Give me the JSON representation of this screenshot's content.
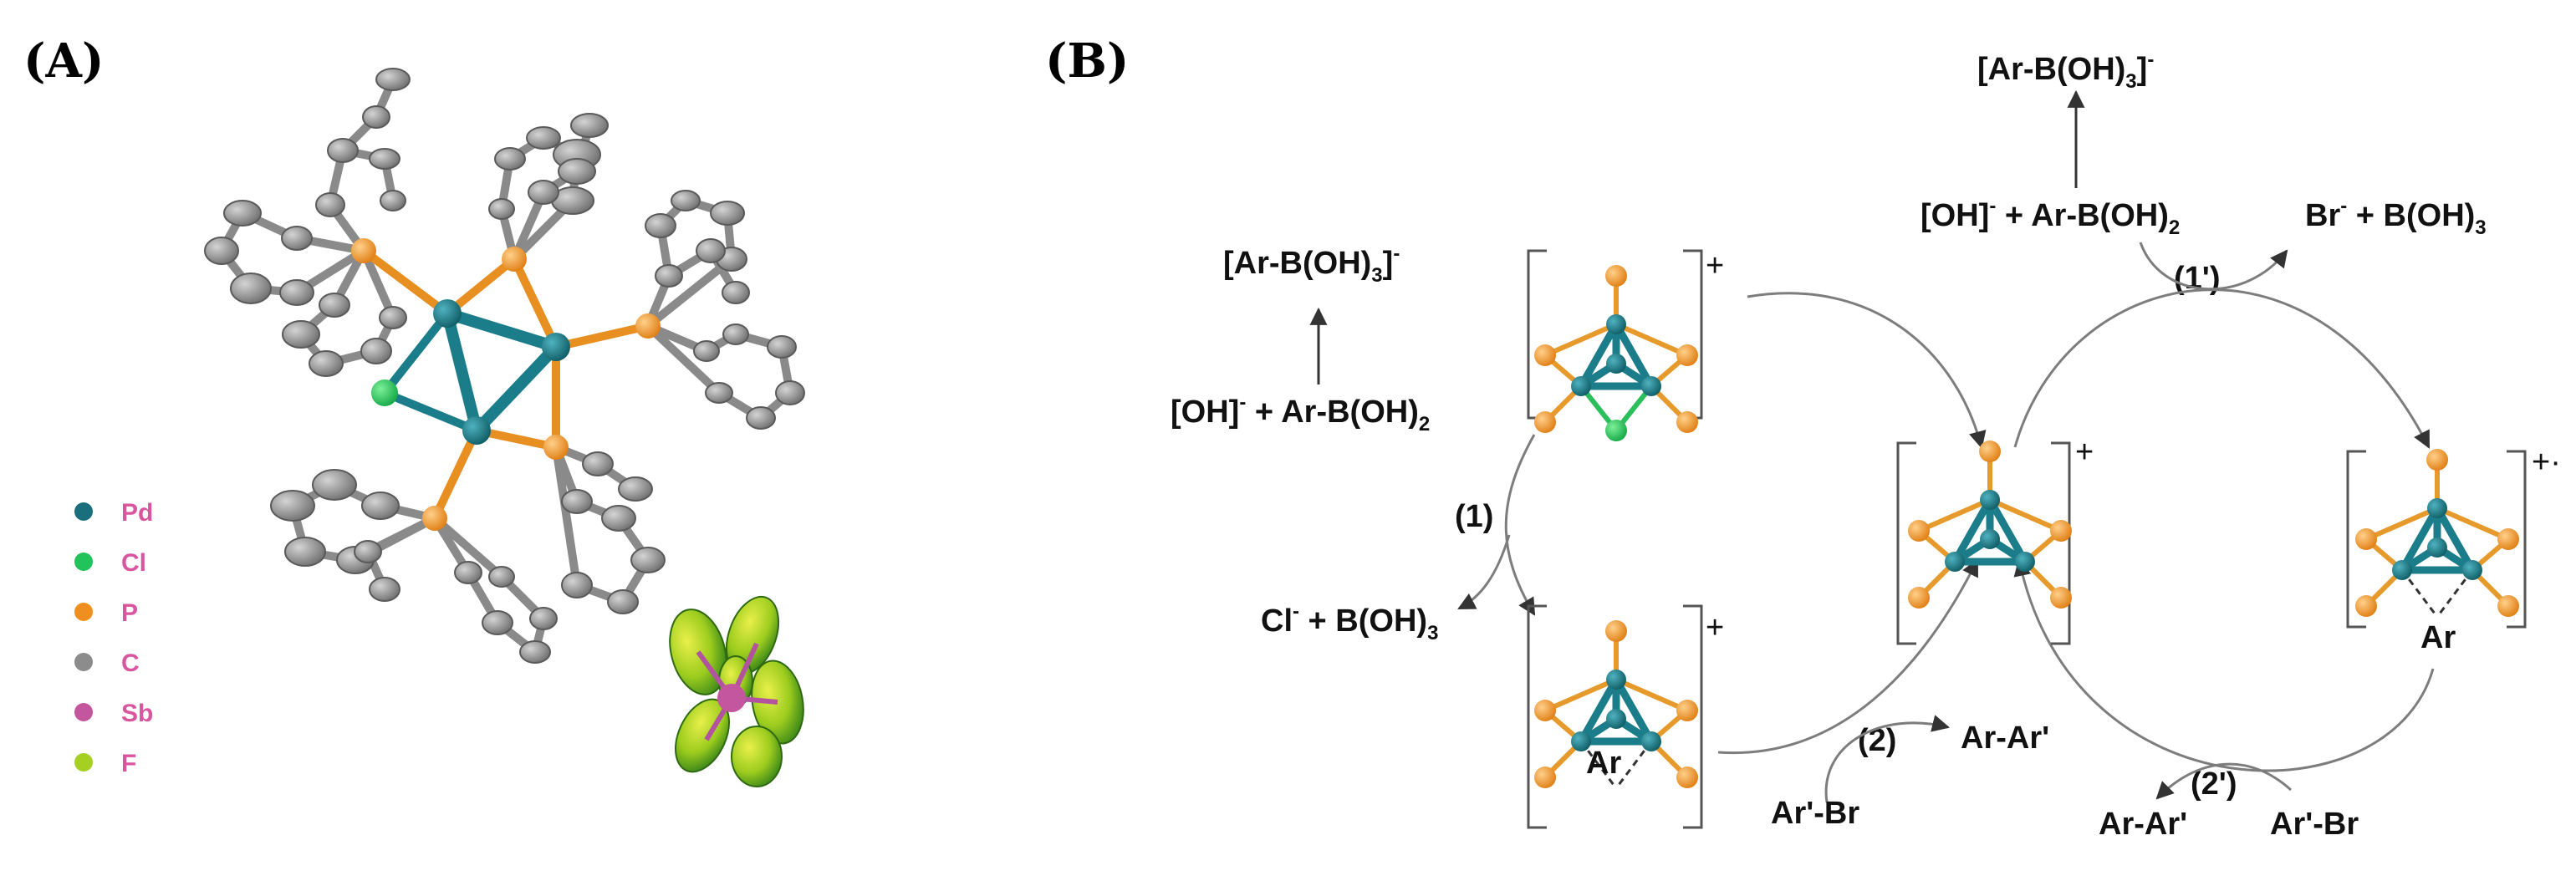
{
  "panels": {
    "a_label": "(A)",
    "b_label": "(B)"
  },
  "legend": [
    {
      "label": "Pd",
      "color": "#19707c"
    },
    {
      "label": "Cl",
      "color": "#22c35a"
    },
    {
      "label": "P",
      "color": "#ef8f1f"
    },
    {
      "label": "C",
      "color": "#8c8c8c"
    },
    {
      "label": "Sb",
      "color": "#c4559f"
    },
    {
      "label": "F",
      "color": "#a5cf21"
    }
  ],
  "colors": {
    "label_pink": "#d9559e",
    "pd": "#1c7d8a",
    "p": "#ef9428",
    "cl": "#27c25a",
    "carbon": "#8e8e8e"
  },
  "scheme": {
    "species_top_left": "[Ar-B(OH)3]-",
    "reagents_left": "[OH]- + Ar-B(OH)2",
    "step1_label": "(1)",
    "product_left": "Cl- + B(OH)3",
    "species_top_right": "[Ar-B(OH)3]-",
    "reagents_right": "[OH]- + Ar-B(OH)2",
    "product_right": "Br- + B(OH)3",
    "step1p_label": "(1')",
    "step2_label": "(2)",
    "step2_product": "Ar-Ar'",
    "step2_reagent": "Ar'-Br",
    "step2p_label": "(2')",
    "step2p_product": "Ar-Ar'",
    "step2p_reagent": "Ar'-Br",
    "ar_label_bottom": "Ar",
    "ar_label_right": "Ar",
    "charge_plus": "+",
    "charge_right": "+·"
  }
}
